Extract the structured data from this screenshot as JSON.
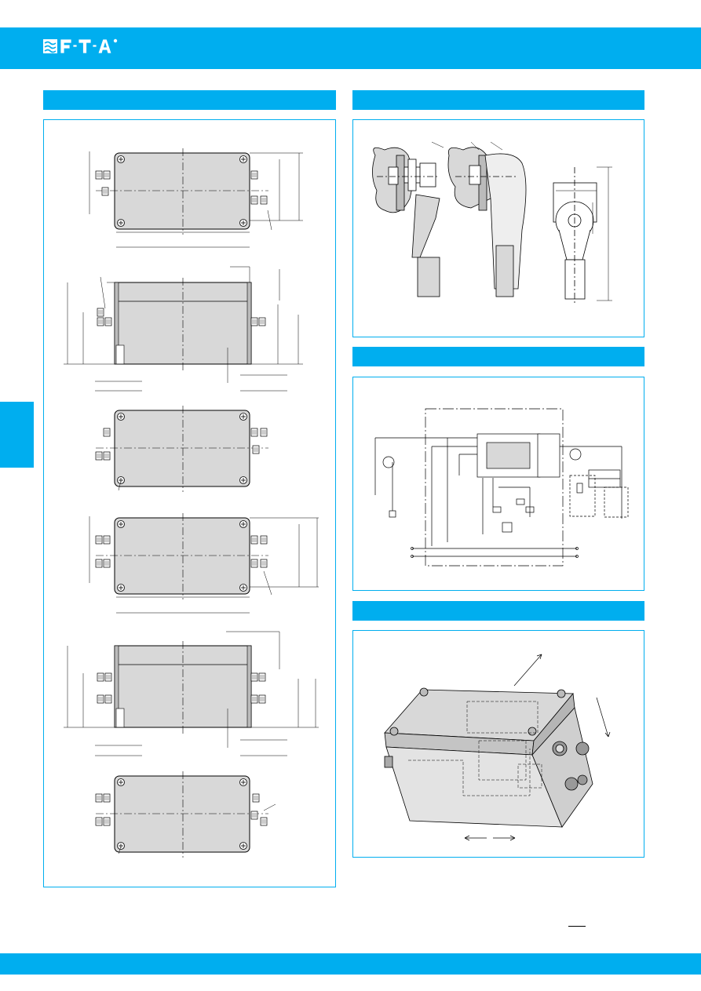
{
  "brand": {
    "name": "FTA",
    "logo_text": "F-T-A",
    "accent_color": "#00aeef"
  },
  "sections": {
    "dimensions": {
      "icon": "dimension-drawings"
    },
    "connection": {
      "icon": "cable-lug-detail"
    },
    "wiring": {
      "icon": "circuit-diagram"
    },
    "housing": {
      "icon": "isometric-housing"
    }
  }
}
